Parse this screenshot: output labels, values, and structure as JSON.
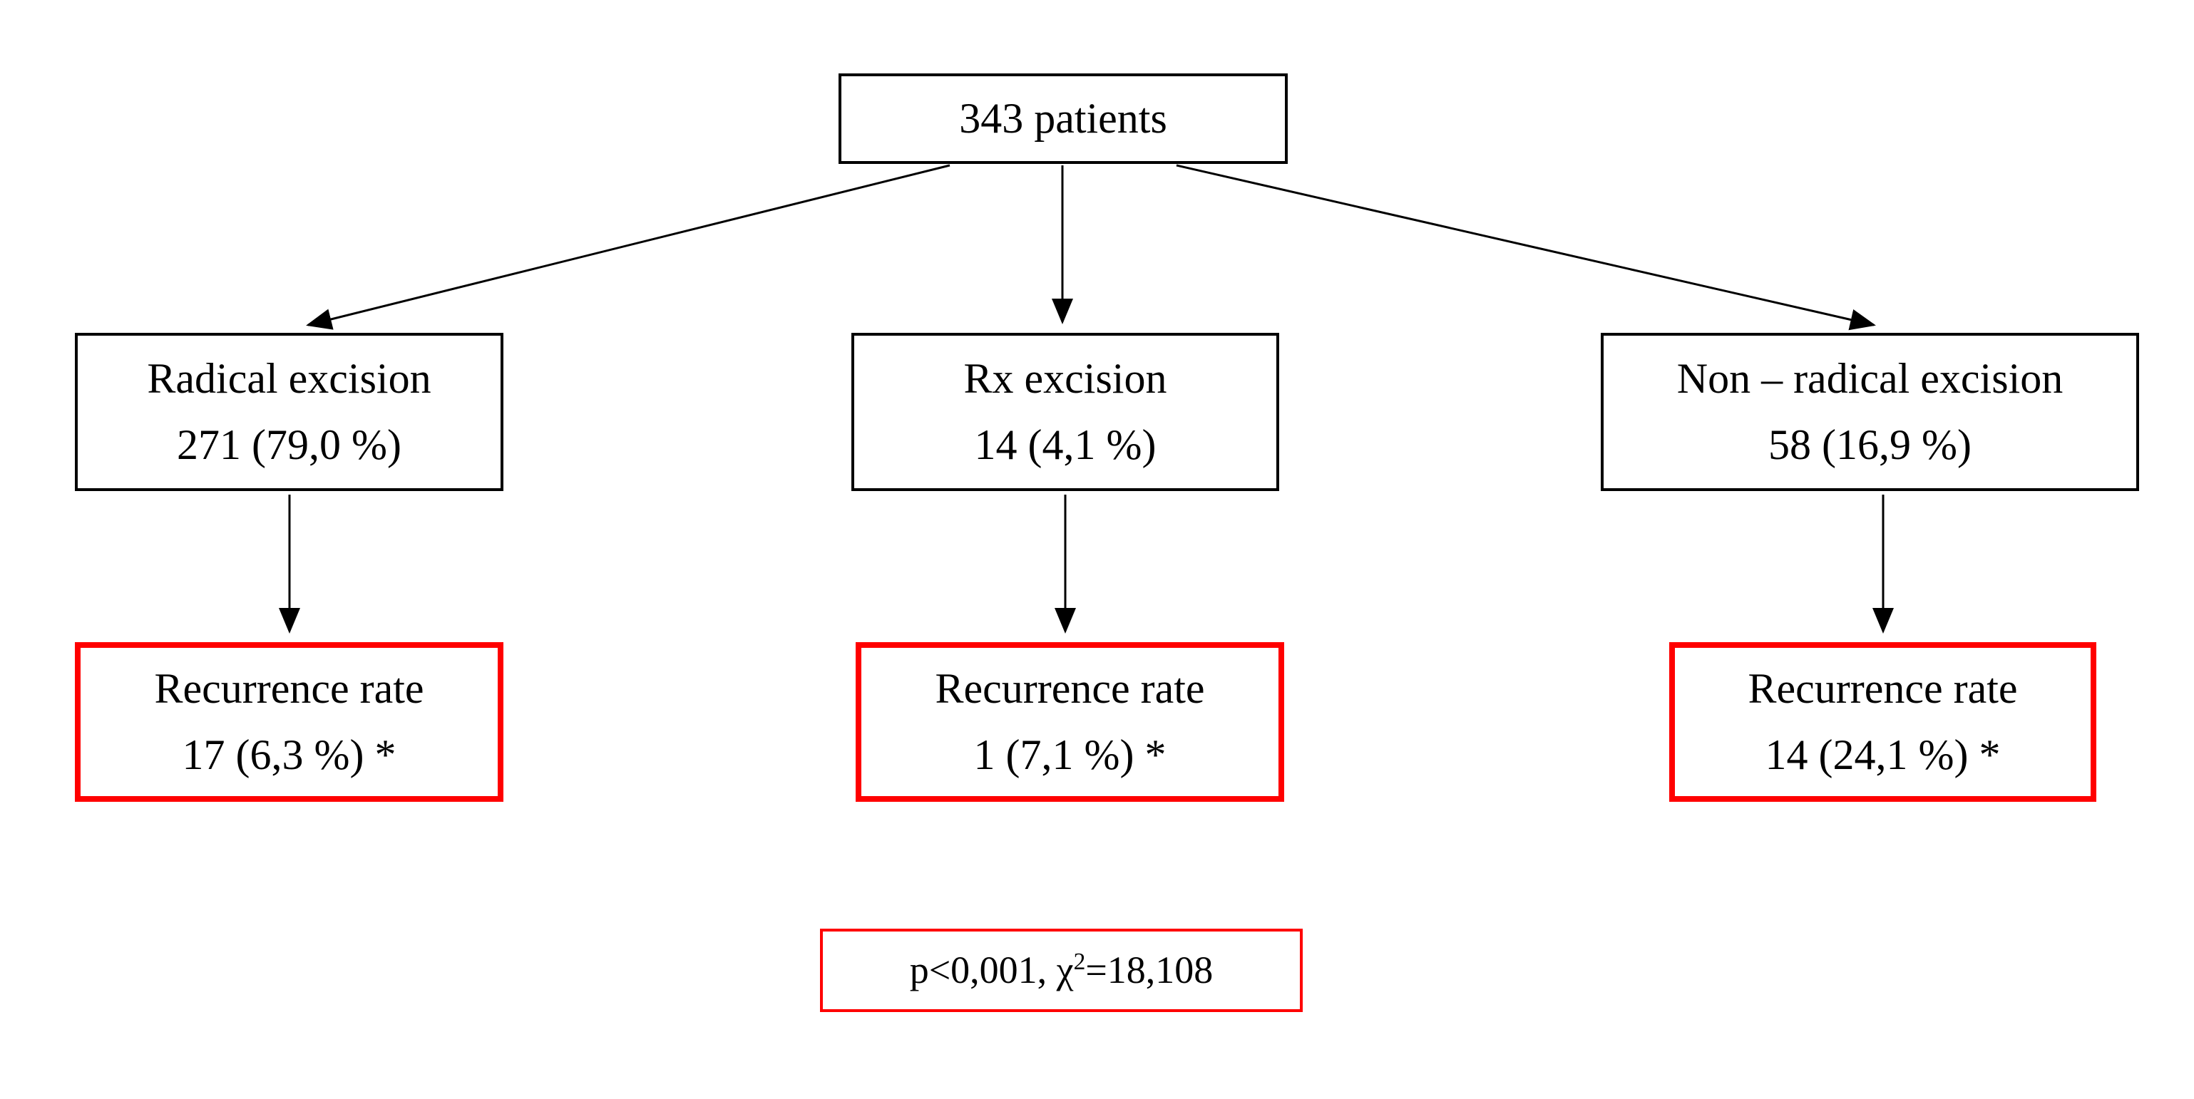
{
  "colors": {
    "background": "#ffffff",
    "box_border": "#000000",
    "highlight_border": "#ff0000",
    "text": "#000000"
  },
  "flowchart": {
    "root": {
      "label": "343 patients"
    },
    "level1": [
      {
        "id": "radical",
        "title": "Radical excision",
        "value": "271 (79,0 %)"
      },
      {
        "id": "rx",
        "title": "Rx excision",
        "value": "14 (4,1 %)"
      },
      {
        "id": "nonradical",
        "title": "Non – radical excision",
        "value": "58 (16,9 %)"
      }
    ],
    "level2": [
      {
        "id": "radical-recurrence",
        "title": "Recurrence rate",
        "value": "17 (6,3 %) *"
      },
      {
        "id": "rx-recurrence",
        "title": "Recurrence rate",
        "value": "1 (7,1 %) *"
      },
      {
        "id": "nonradical-recurrence",
        "title": "Recurrence rate",
        "value": "14 (24,1 %) *"
      }
    ],
    "stats": {
      "prefix": "p<0,001, χ",
      "sup": "2",
      "suffix": "=18,108"
    }
  }
}
